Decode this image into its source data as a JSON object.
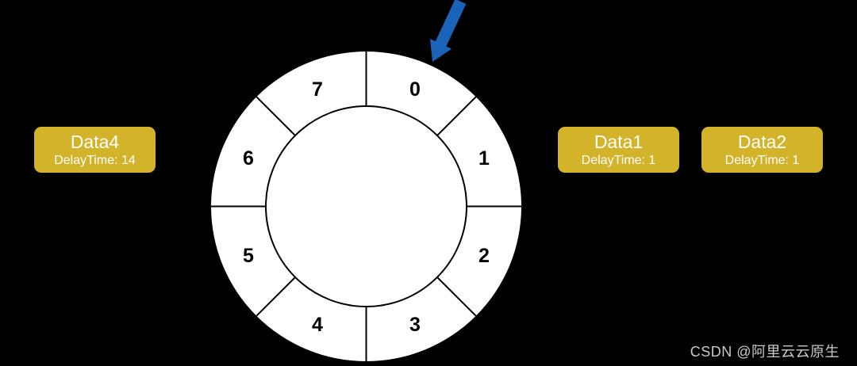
{
  "diagram": {
    "kind": "timing-wheel",
    "background_color": "#000000"
  },
  "wheel": {
    "slot_count": 8,
    "fill_color": "#ffffff",
    "stroke_color": "#000000",
    "slots": [
      {
        "label": "0"
      },
      {
        "label": "1"
      },
      {
        "label": "2"
      },
      {
        "label": "3"
      },
      {
        "label": "4"
      },
      {
        "label": "5"
      },
      {
        "label": "6"
      },
      {
        "label": "7"
      }
    ]
  },
  "pointer": {
    "points_to_slot": "0",
    "color": "#1A63B8"
  },
  "tasks": [
    {
      "title": "Data4",
      "subtitle": "DelayTime: 14"
    },
    {
      "title": "Data1",
      "subtitle": "DelayTime: 1"
    },
    {
      "title": "Data2",
      "subtitle": "DelayTime: 1"
    }
  ],
  "task_card_color": "#D3B32A",
  "watermark": {
    "text": "CSDN @阿里云云原生",
    "color": "#C9C9C9"
  }
}
